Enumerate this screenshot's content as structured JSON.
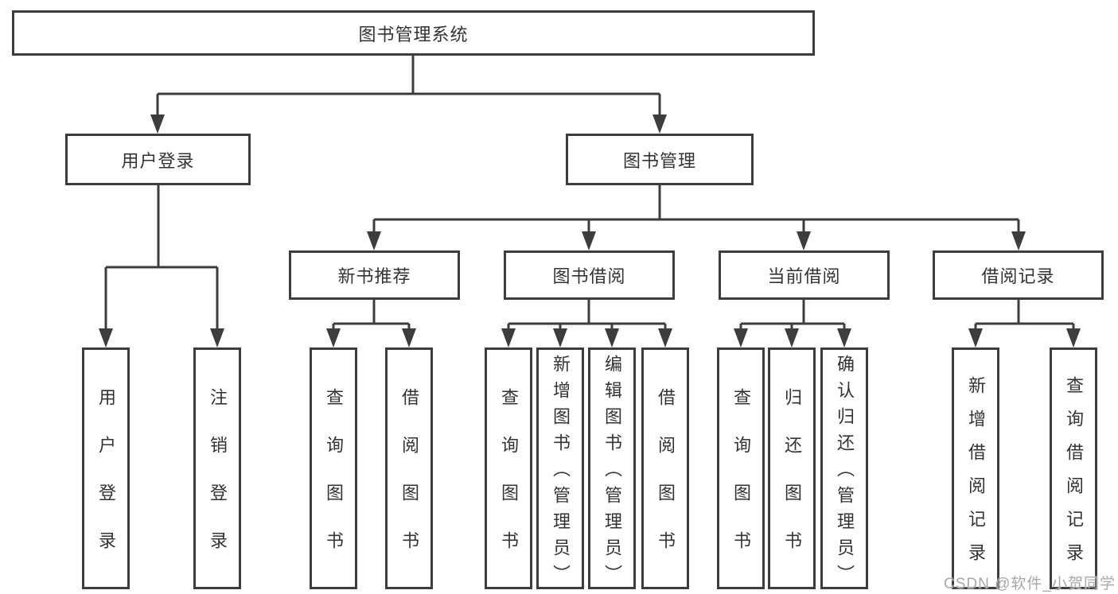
{
  "colors": {
    "background": "#ffffff",
    "line": "#3d3d3d",
    "box_border": "#3d3d3d",
    "node_text": "#333333",
    "watermark_text": "#a8a8a8"
  },
  "tree": {
    "label": "图书管理系统",
    "children": [
      {
        "label": "用户登录",
        "children": [
          {
            "label": "用户登录"
          },
          {
            "label": "注销登录"
          }
        ]
      },
      {
        "label": "图书管理",
        "children": [
          {
            "label": "新书推荐",
            "children": [
              {
                "label": "查询图书"
              },
              {
                "label": "借阅图书"
              }
            ]
          },
          {
            "label": "图书借阅",
            "children": [
              {
                "label": "查询图书"
              },
              {
                "label": "新增图书（管理员）"
              },
              {
                "label": "编辑图书（管理员）"
              },
              {
                "label": "借阅图书"
              }
            ]
          },
          {
            "label": "当前借阅",
            "children": [
              {
                "label": "查询图书"
              },
              {
                "label": "归还图书"
              },
              {
                "label": "确认归还（管理员）"
              }
            ]
          },
          {
            "label": "借阅记录",
            "children": [
              {
                "label": "新增借阅记录"
              },
              {
                "label": "查询借阅记录"
              }
            ]
          }
        ]
      }
    ]
  },
  "watermark": {
    "text": "CSDN @软件_小贺同学"
  }
}
